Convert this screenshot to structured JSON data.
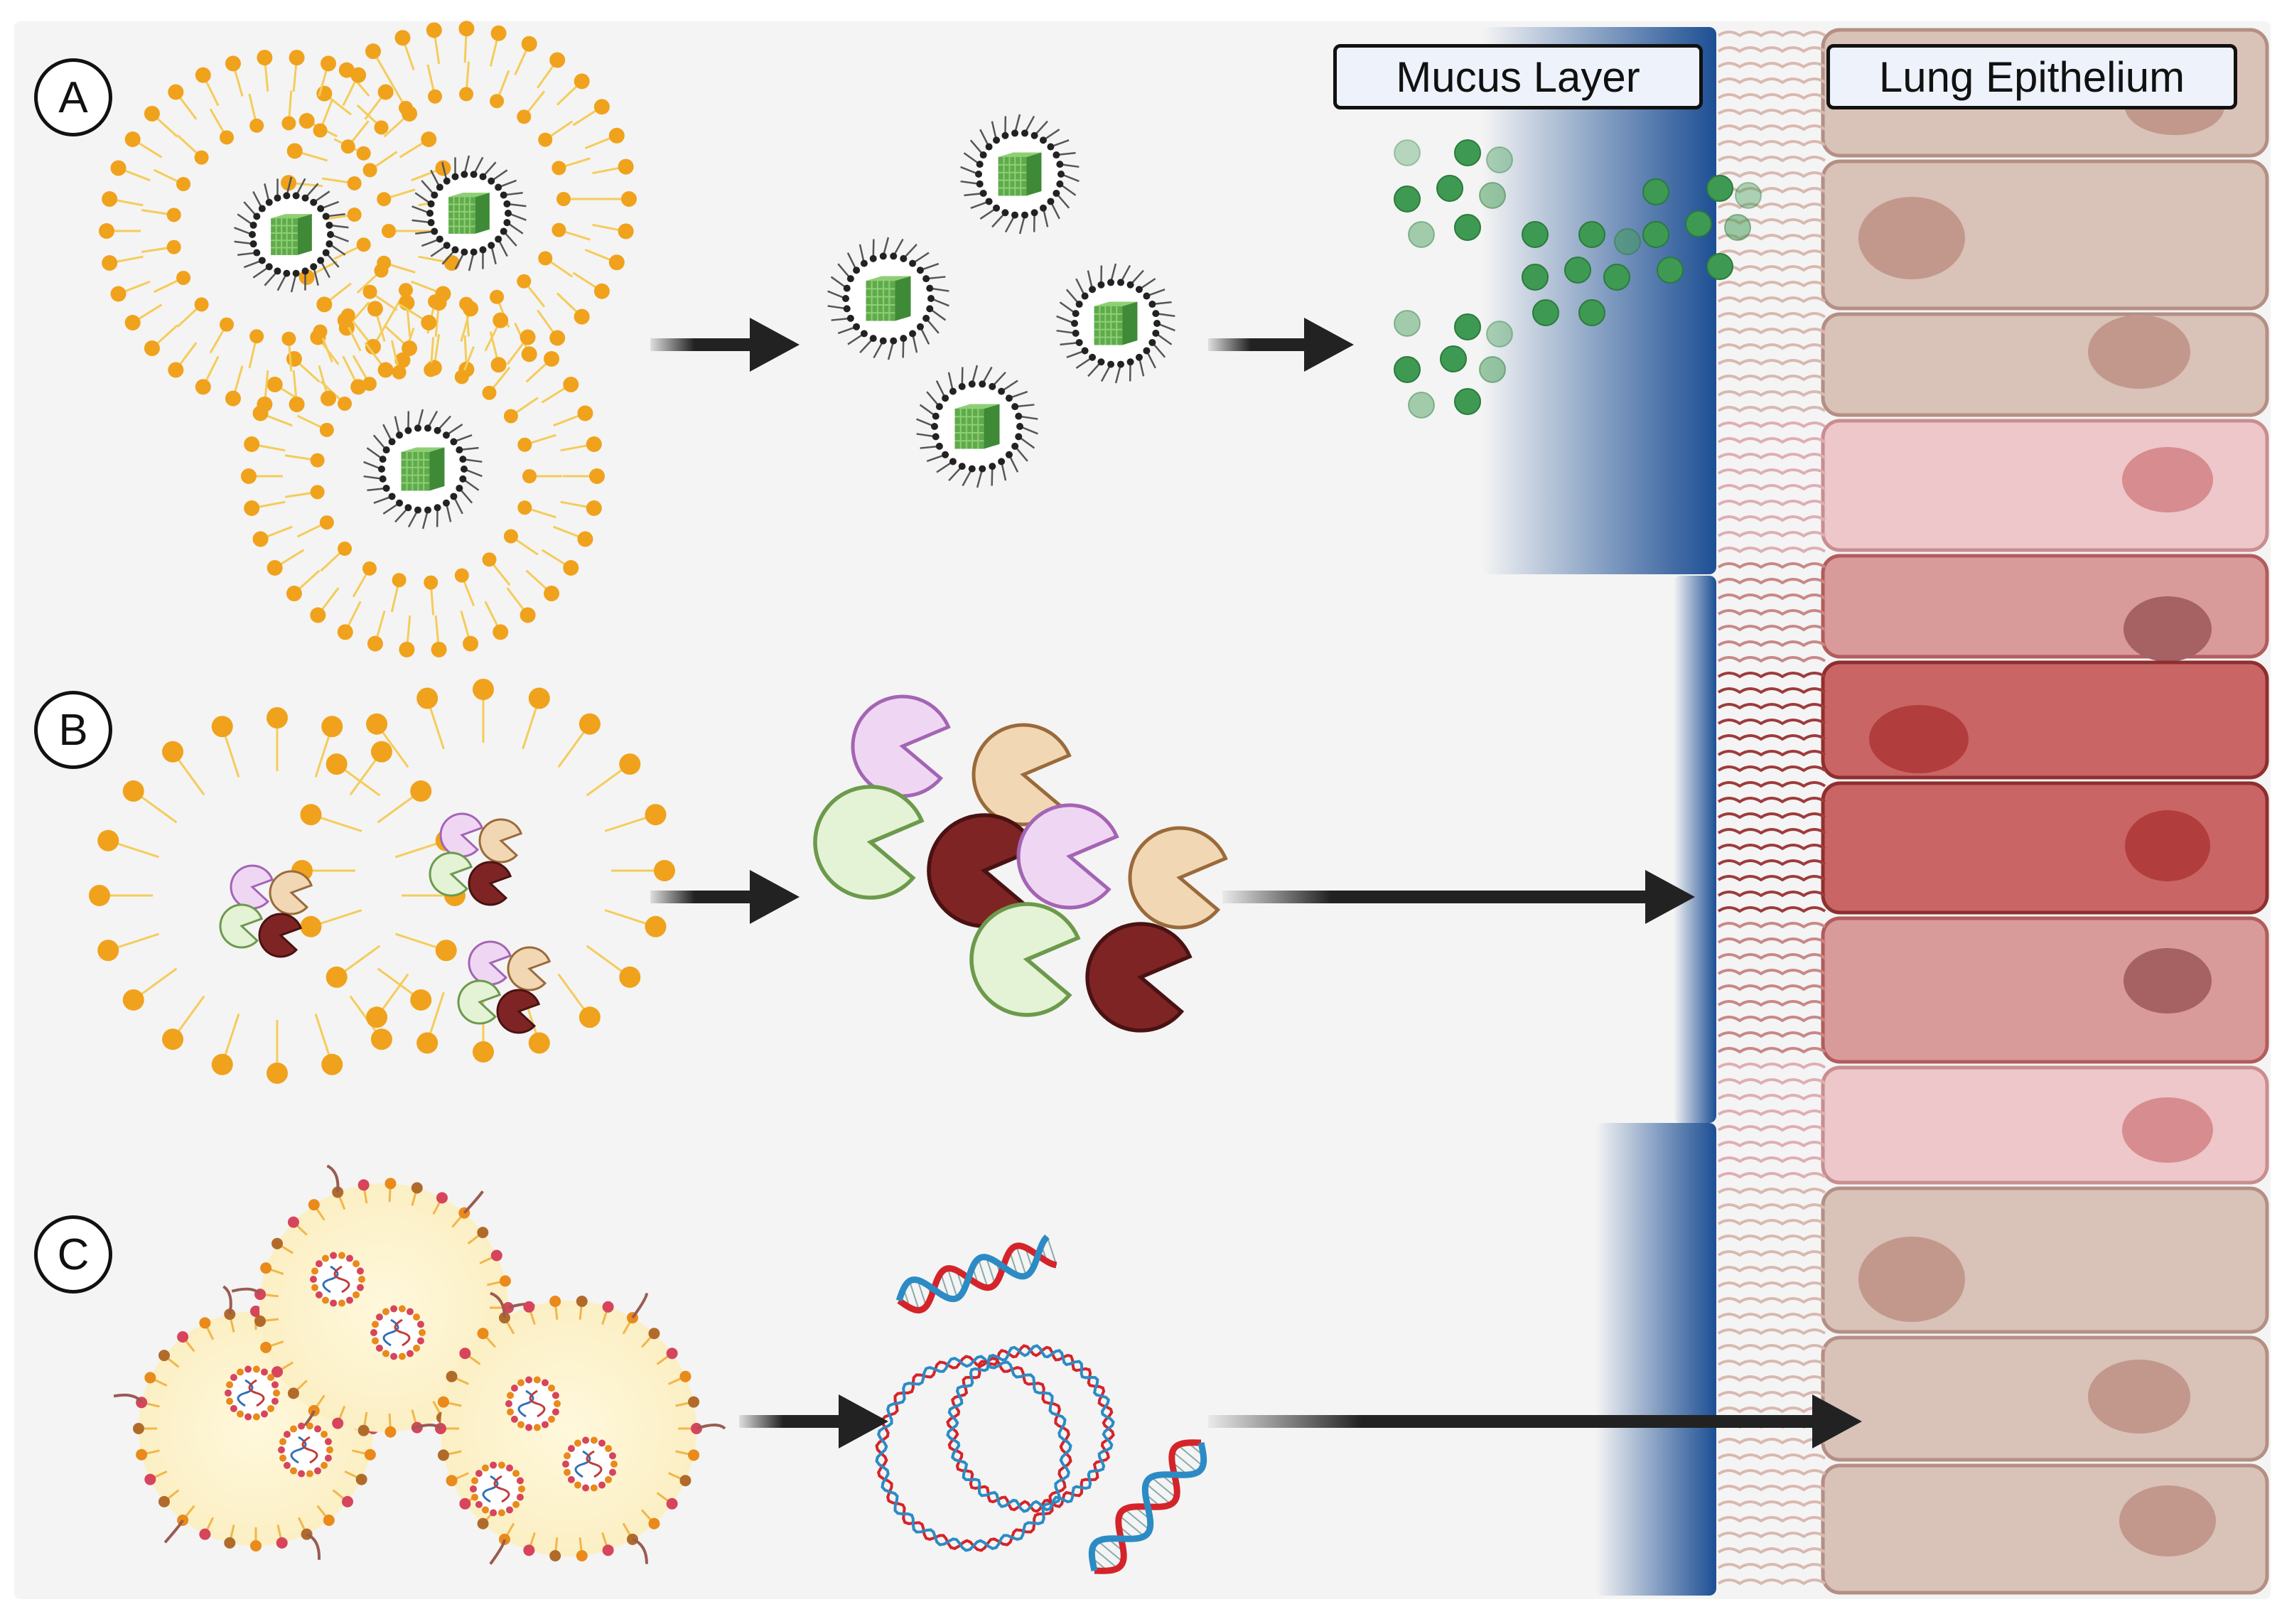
{
  "headers": {
    "mucus_layer": "Mucus Layer",
    "lung_epithelium": "Lung Epithelium"
  },
  "panels": [
    "A",
    "B",
    "C"
  ],
  "colors": {
    "background": "#f4f4f4",
    "lipid_orange": "#f0a21c",
    "lipid_tail": "#f5cc5a",
    "drug_green": "#5faa4c",
    "mucus_blue": "#1d4f94",
    "epithelium_beige": "#d9c2b7",
    "epithelium_pink": "#edc7c9",
    "epithelium_red": "#c96565",
    "enzyme_pink": "#efd7f3",
    "enzyme_tan": "#f1d7b4",
    "enzyme_green": "#e4f2d5",
    "enzyme_maroon": "#7f2424",
    "dna_red": "#d4242a",
    "dna_blue": "#2c8bc4",
    "arrow": "#222222"
  },
  "icons": {
    "A": [
      "liposome-with-nanocrystal",
      "coated-nanocrystal",
      "dissolved-drug-particles"
    ],
    "B": [
      "liposome-with-enzymes",
      "enzyme-cluster"
    ],
    "C": [
      "lipid-nanoparticle-with-nucleic-acid",
      "dna-helix-and-plasmid"
    ]
  }
}
